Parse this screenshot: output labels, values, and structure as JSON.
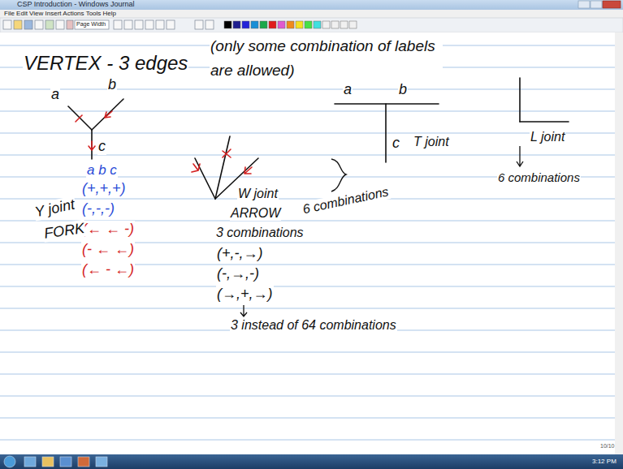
{
  "diagram": {
    "title": "VERTEX - 3 edges",
    "labels": [
      "CSP Introduction - Windows Journal",
      "File Edit View Insert Actions Tools Help",
      "Page Width",
      "(only some combination of labels are allowed)",
      "a",
      "b",
      "c",
      "a b c",
      "(+,+,+)",
      "(-,-,-)",
      "(← ← -)",
      "(- ← ←)",
      "(← - ←)",
      "Y joint",
      "FORK",
      "W joint",
      "ARROW",
      "3 combinations",
      "(+,-,→)",
      "(-,→,-)",
      "(→,+,→)",
      "3 instead of 64 combinations",
      "a",
      "b",
      "c",
      "T joint",
      "6 combinations",
      "L joint",
      "6 combinations",
      "10/10",
      "3:12 PM"
    ]
  }
}
